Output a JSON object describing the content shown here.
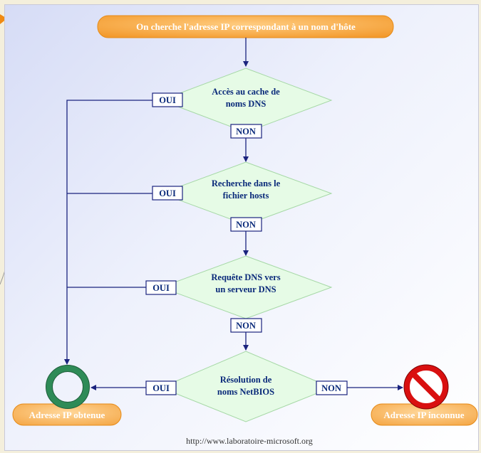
{
  "start": {
    "label": "On cherche l'adresse IP correspondant à un nom d'hôte"
  },
  "decisions": [
    {
      "line1": "Accès au cache de",
      "line2": "noms DNS",
      "yes": "OUI",
      "no": "NON"
    },
    {
      "line1": "Recherche dans le",
      "line2": "fichier hosts",
      "yes": "OUI",
      "no": "NON"
    },
    {
      "line1": "Requête DNS vers",
      "line2": "un serveur DNS",
      "yes": "OUI",
      "no": "NON"
    },
    {
      "line1": "Résolution de",
      "line2": "noms NetBIOS",
      "yes": "OUI",
      "no": "NON"
    }
  ],
  "results": {
    "success": {
      "label": "Adresse IP obtenue",
      "icon": "green-ring-icon",
      "color": "#2e8b57"
    },
    "failure": {
      "label": "Adresse IP inconnue",
      "icon": "prohibition-icon",
      "color": "#d91010"
    }
  },
  "footer": {
    "url": "http://www.laboratoire-microsoft.org"
  },
  "colors": {
    "start_fill": "#f4a640",
    "diamond_fill": "#e6fbe6",
    "line": "#1a237e",
    "panel": "#e6eafa"
  }
}
